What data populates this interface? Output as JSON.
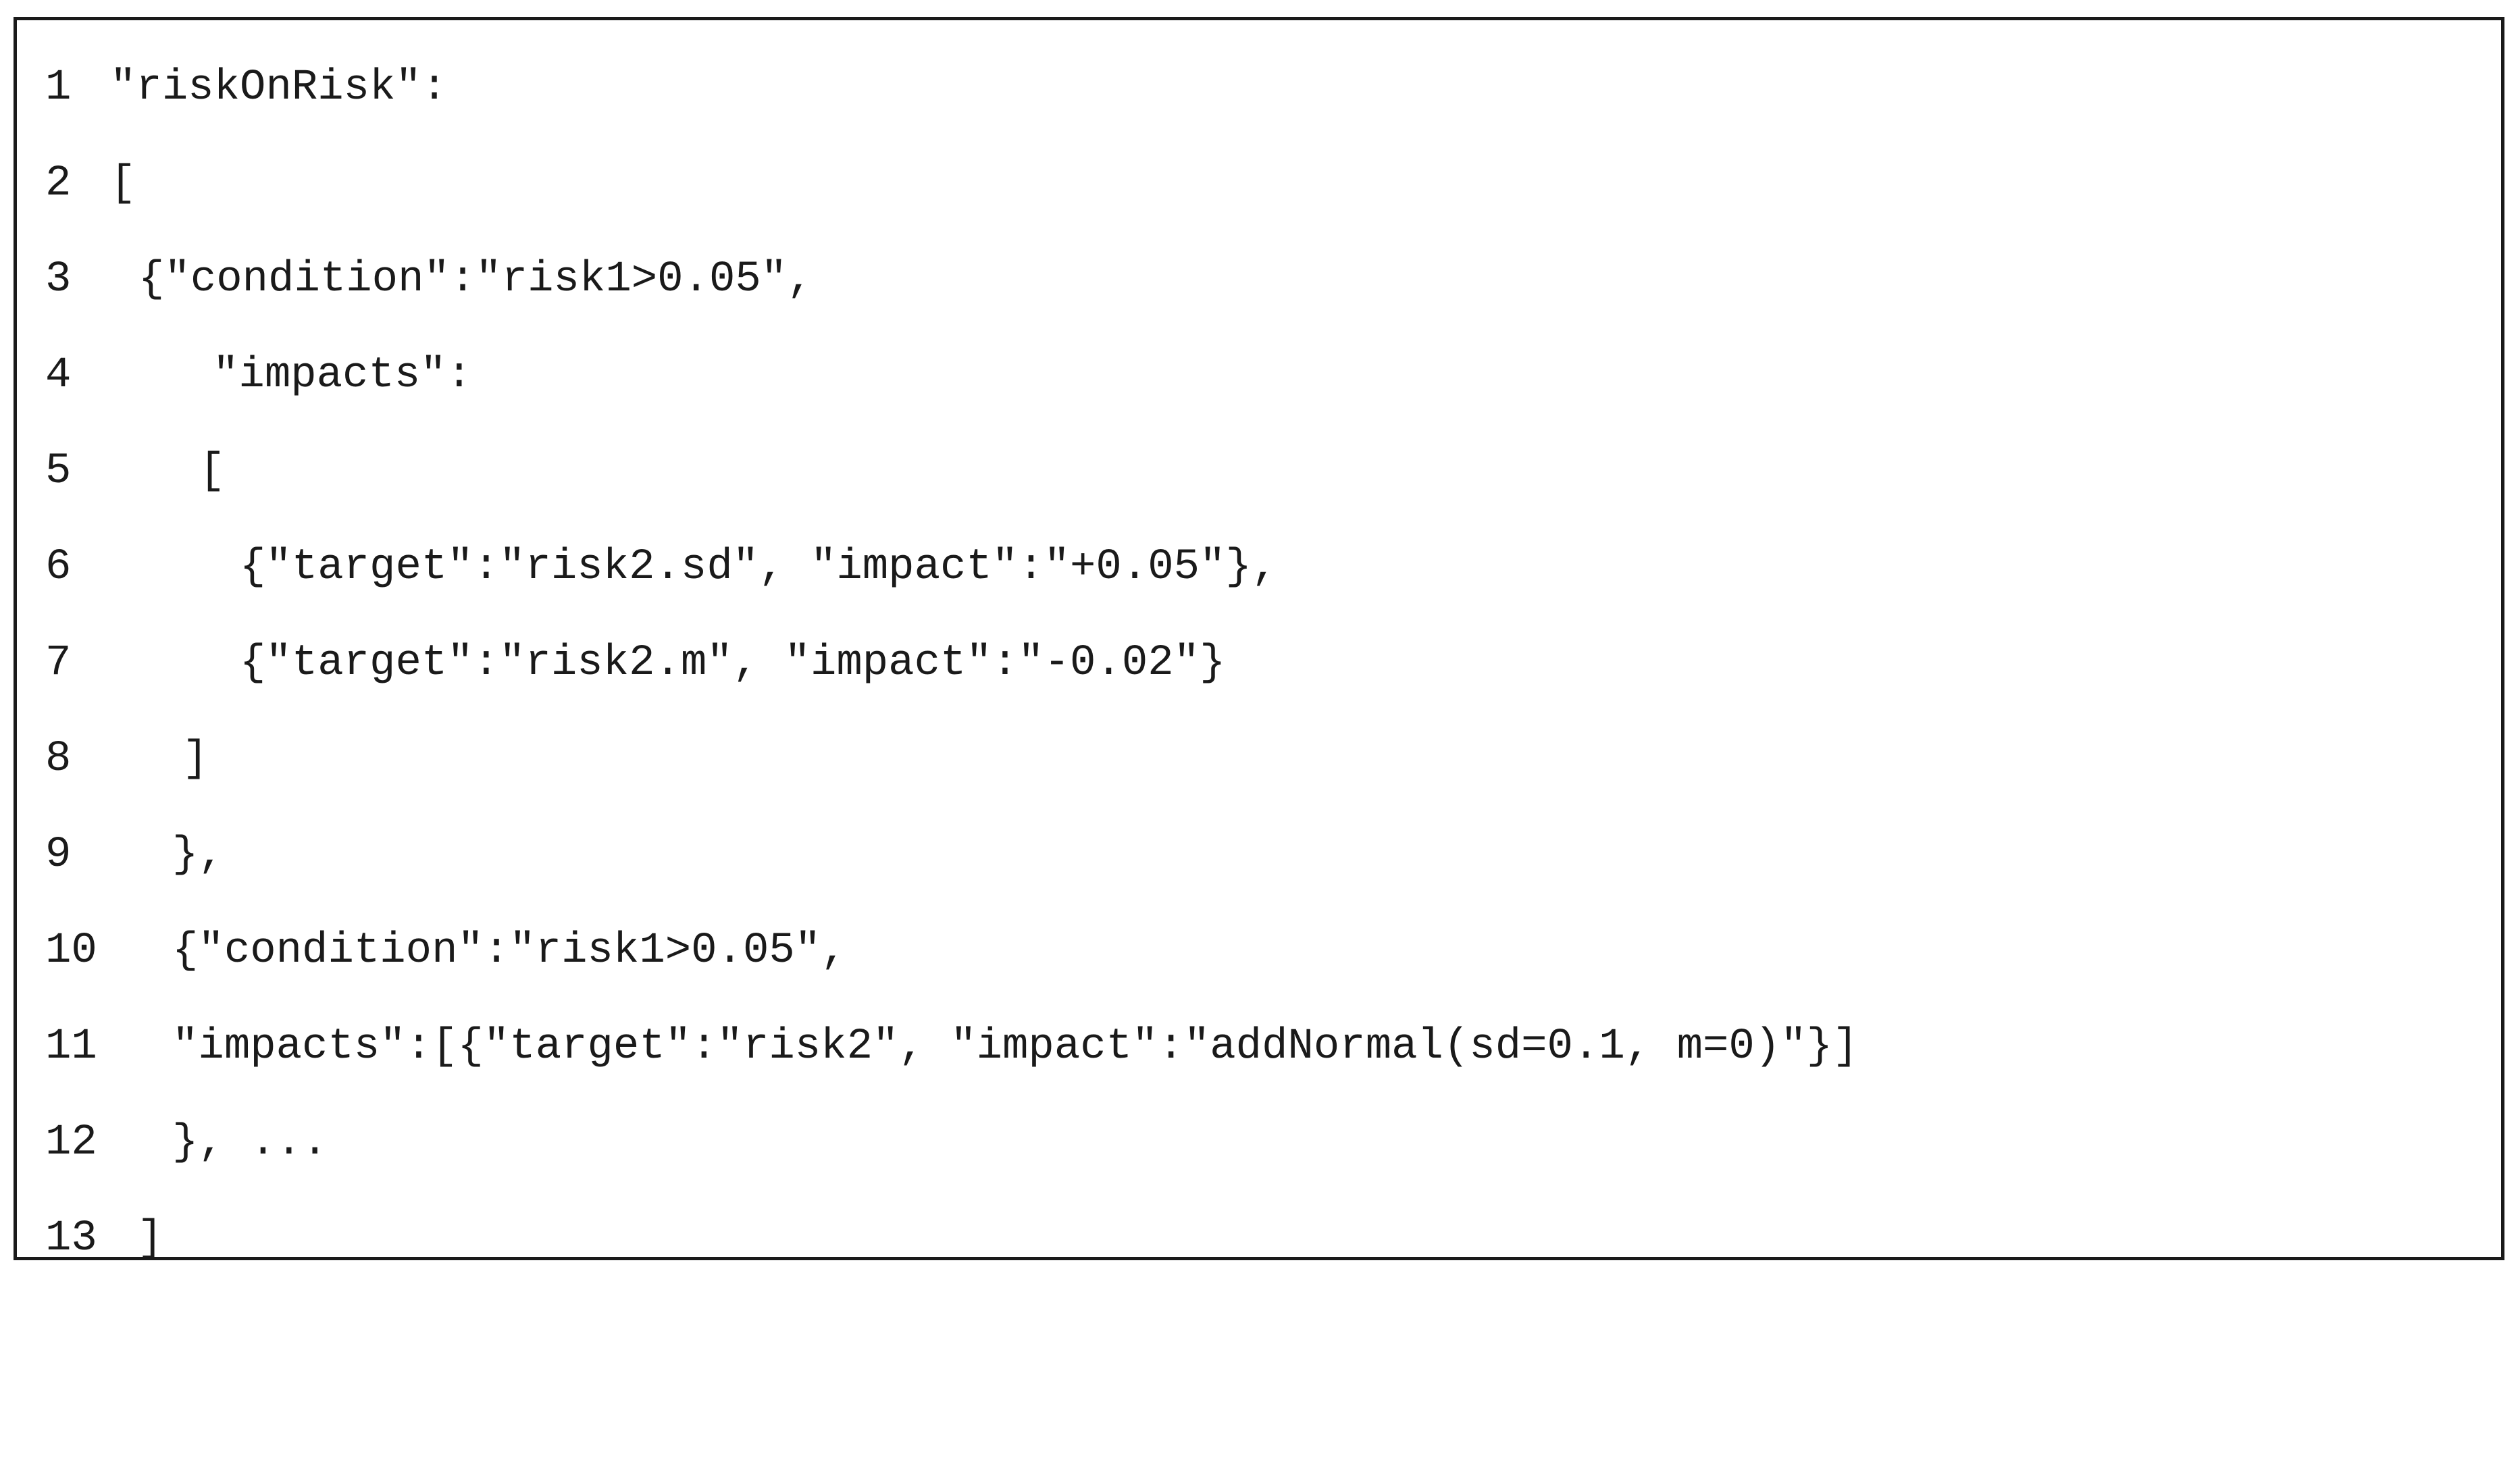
{
  "code": {
    "lines": [
      {
        "number": "1",
        "text": "\"riskOnRisk\":"
      },
      {
        "number": "2",
        "text": "["
      },
      {
        "number": "3",
        "text": "{\"condition\":\"risk1>0.05\","
      },
      {
        "number": "4",
        "text": "\"impacts\":"
      },
      {
        "number": "5",
        "text": "["
      },
      {
        "number": "6",
        "text": "{\"target\":\"risk2.sd\", \"impact\":\"+0.05\"},"
      },
      {
        "number": "7",
        "text": "{\"target\":\"risk2.m\", \"impact\":\"-0.02\"}"
      },
      {
        "number": "8",
        "text": "]"
      },
      {
        "number": "9",
        "text": "},"
      },
      {
        "number": "10",
        "text": "{\"condition\":\"risk1>0.05\","
      },
      {
        "number": "11",
        "text": "\"impacts\":[{\"target\":\"risk2\", \"impact\":\"addNormal(sd=0.1, m=0)\"}]"
      },
      {
        "number": "12",
        "text": "}, ..."
      },
      {
        "number": "13",
        "text": "]"
      }
    ]
  }
}
